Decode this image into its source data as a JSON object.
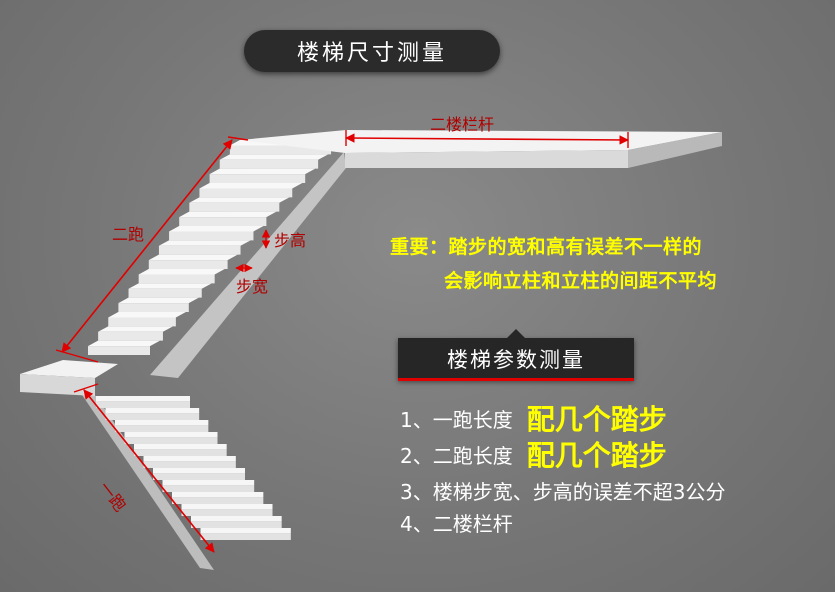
{
  "title": "楼梯尺寸测量",
  "labels": {
    "railing": "二楼栏杆",
    "run2": "二跑",
    "step_height": "步高",
    "step_width": "步宽",
    "run1": "一跑"
  },
  "note": {
    "line1": "重要：踏步的宽和高有误差不一样的",
    "line2": "会影响立柱和立柱的间距不平均"
  },
  "params": {
    "title": "楼梯参数测量",
    "items": [
      {
        "text": "1、一跑长度",
        "highlight": "配几个踏步"
      },
      {
        "text": "2、二跑长度",
        "highlight": "配几个踏步"
      },
      {
        "text": "3、楼梯步宽、步高的误差不超3公分",
        "highlight": ""
      },
      {
        "text": "4、二楼栏杆",
        "highlight": ""
      }
    ]
  },
  "colors": {
    "background": "#7a7a7a",
    "dark_box": "#2b2b2b",
    "measure_red": "#e00000",
    "note_yellow": "#ffff00",
    "stair_face": "#efefef"
  }
}
